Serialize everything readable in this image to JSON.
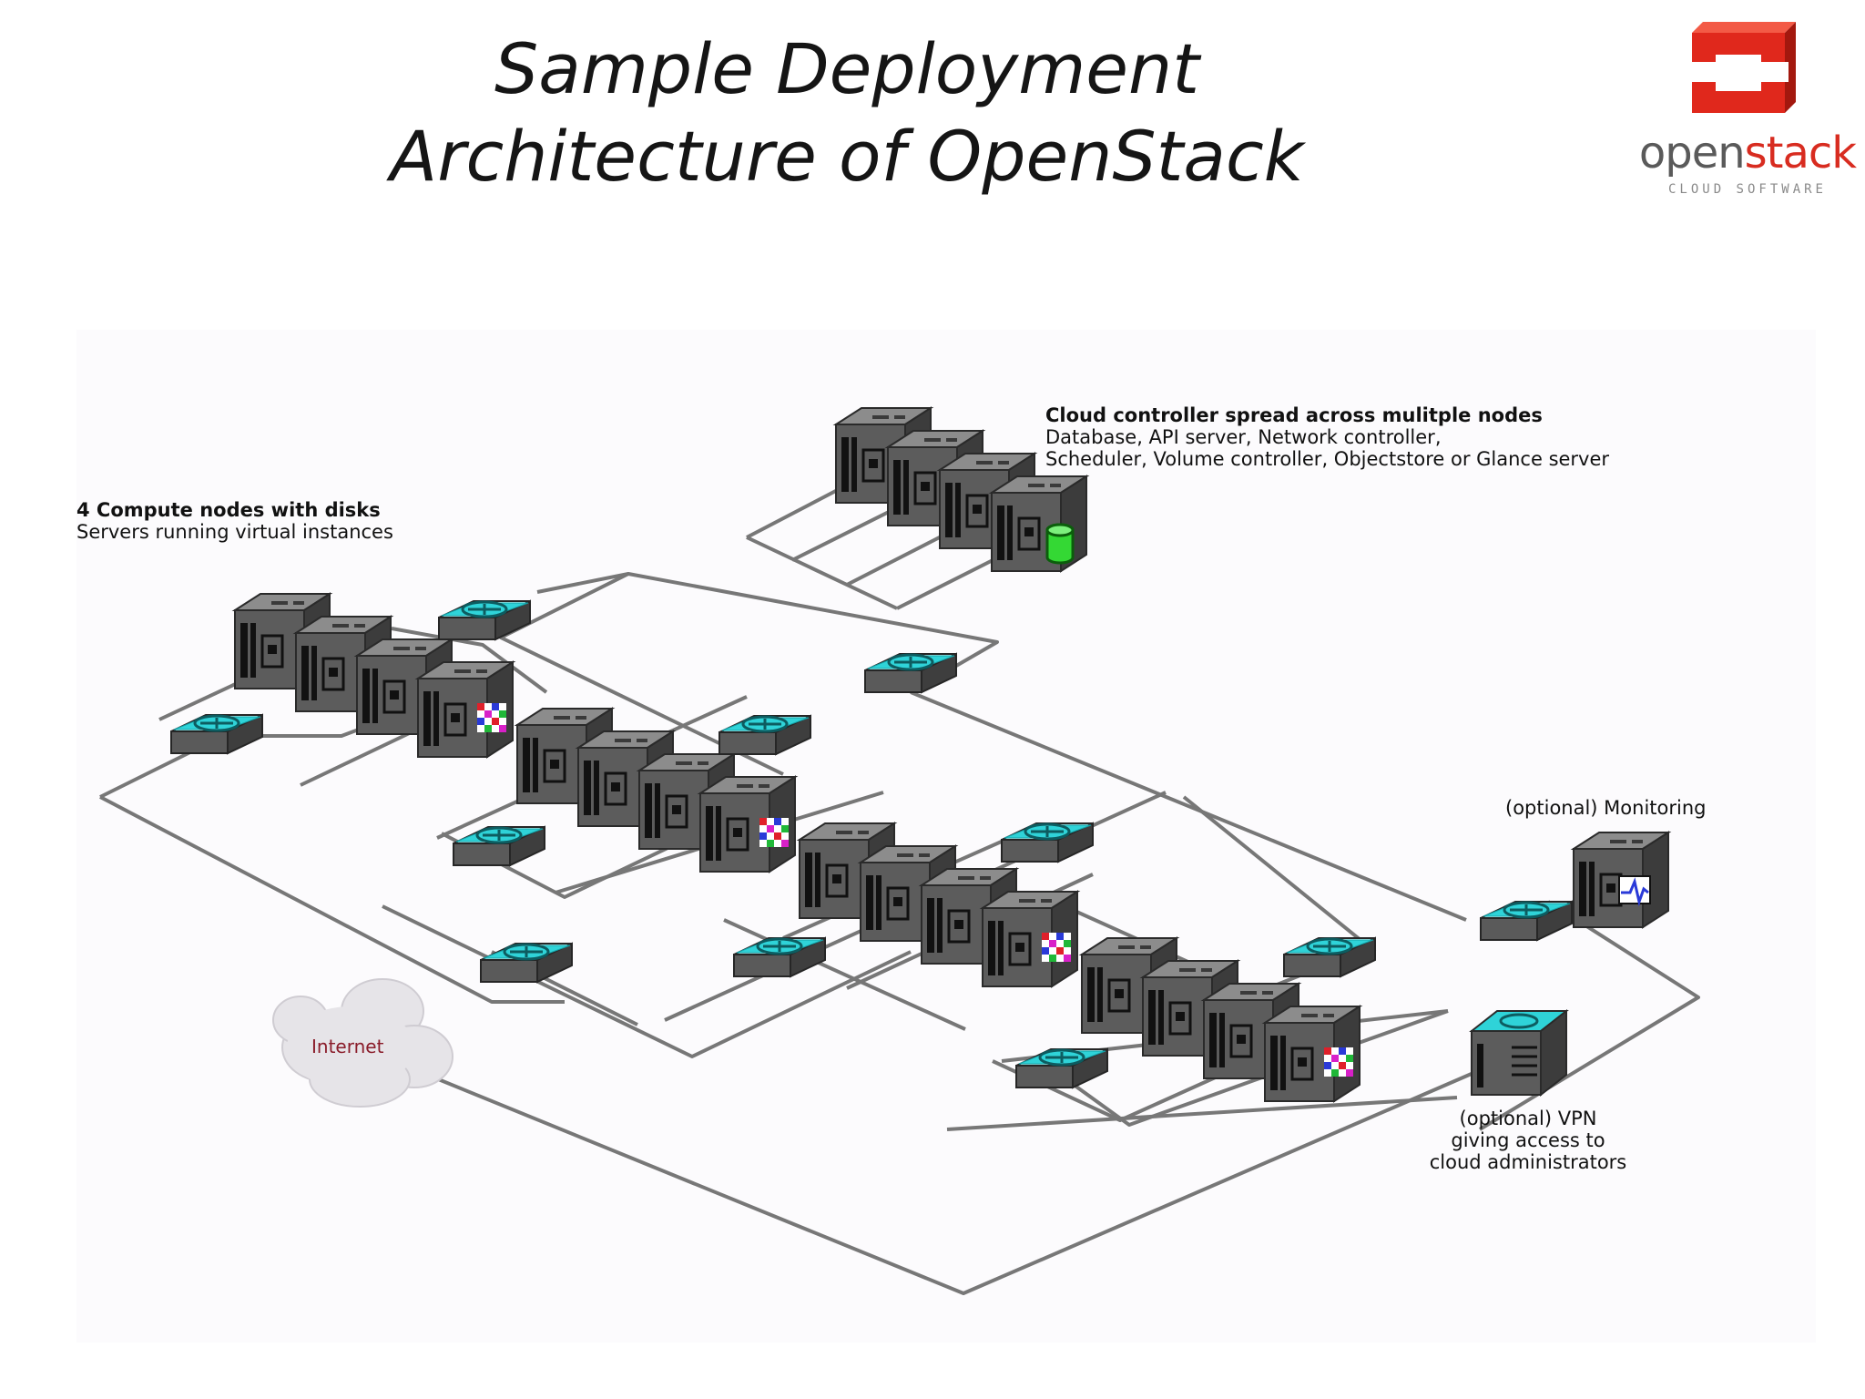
{
  "slide": {
    "title_line_1": "Sample Deployment",
    "title_line_2": "Architecture of OpenStack"
  },
  "logo": {
    "word_part_1": "open",
    "word_part_2": "stack",
    "tagline": "CLOUD SOFTWARE",
    "icon": "openstack-logo-icon",
    "accent_color": "#d82c20"
  },
  "diagram": {
    "compute": {
      "heading": "4 Compute nodes with disks",
      "description": "Servers running virtual instances"
    },
    "controller": {
      "heading": "Cloud controller spread across mulitple nodes",
      "description_line_1": "Database, API server, Network controller,",
      "description_line_2": "Scheduler, Volume controller, Objectstore or Glance server"
    },
    "monitoring_label": "(optional) Monitoring",
    "vpn_label_line_1": "(optional) VPN",
    "vpn_label_line_2": "giving access to",
    "vpn_label_line_3": "cloud administrators",
    "internet_label": "Internet",
    "colors": {
      "switch_top": "#2fd3d8",
      "server_body": "#5c5c5c",
      "database": "#34d834",
      "link_line": "#777777",
      "internet_text": "#8a1c2a"
    }
  }
}
